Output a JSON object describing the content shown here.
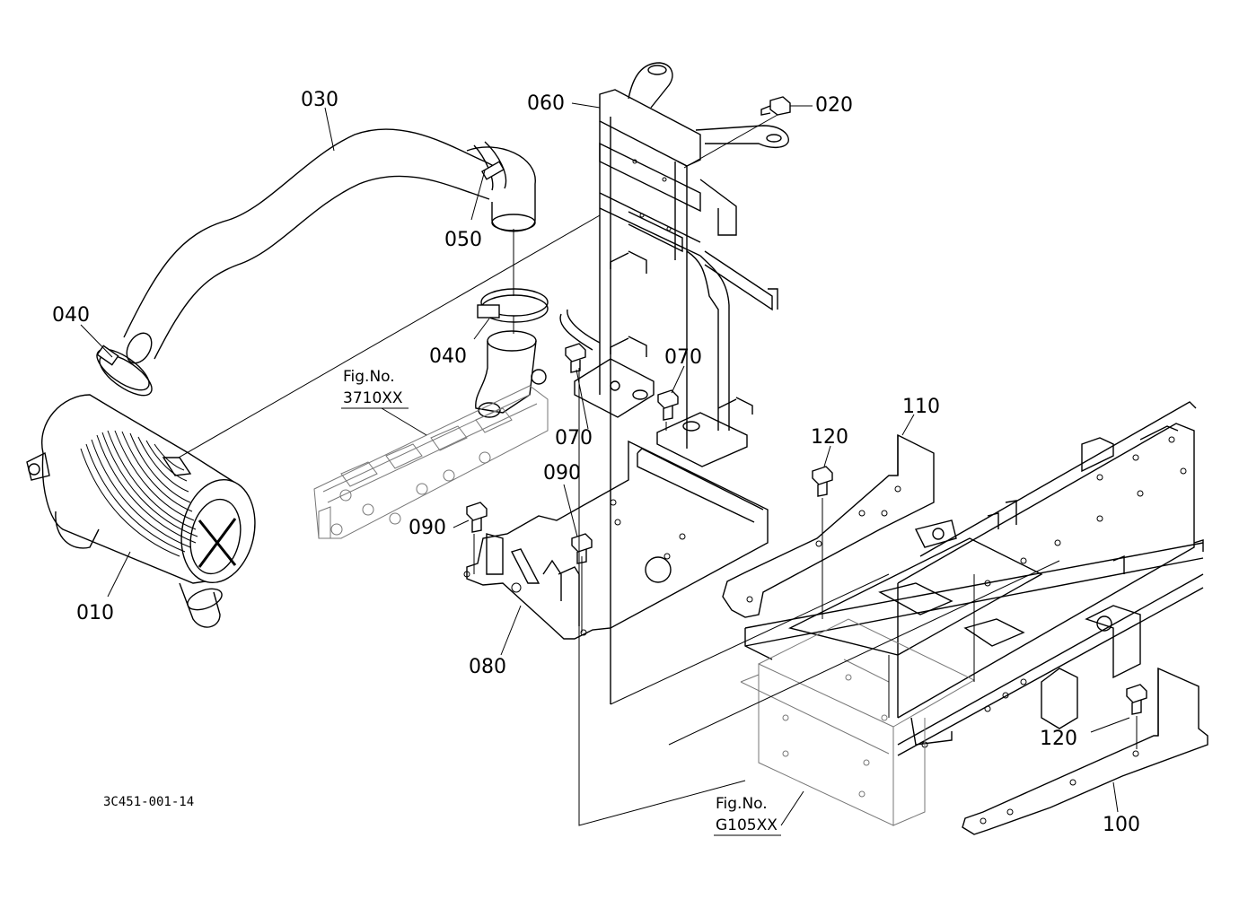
{
  "callouts": {
    "p010": "010",
    "p020": "020",
    "p030": "030",
    "p040a": "040",
    "p040b": "040",
    "p050": "050",
    "p060": "060",
    "p070a": "070",
    "p070b": "070",
    "p080": "080",
    "p090a": "090",
    "p090b": "090",
    "p100": "100",
    "p110": "110",
    "p120a": "120",
    "p120b": "120"
  },
  "fig_refs": {
    "engine": {
      "label": "Fig.No.",
      "number": "3710XX"
    },
    "frame": {
      "label": "Fig.No.",
      "number": "G105XX"
    }
  },
  "drawing_code": "3C451-001-14"
}
